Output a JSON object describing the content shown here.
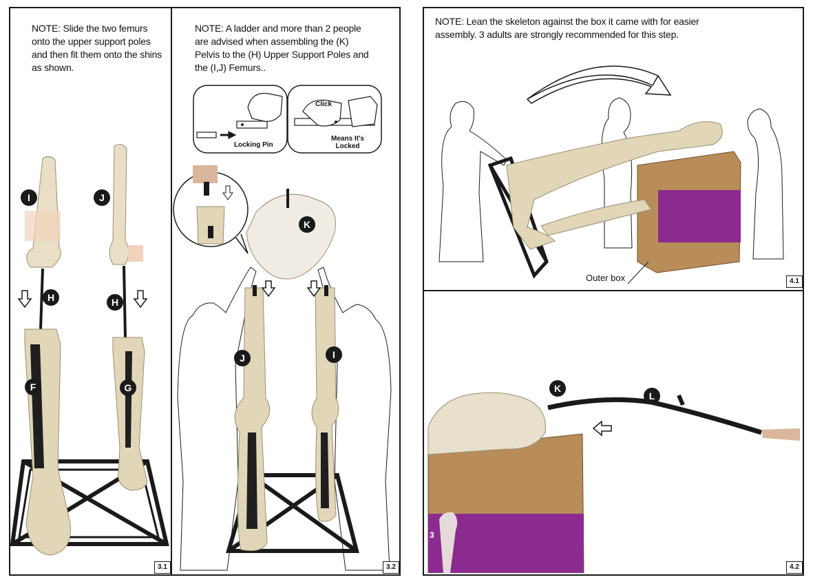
{
  "left_page": {
    "panel_3_1": {
      "note": "NOTE: Slide the two femurs onto the upper support poles and then fit them onto the shins as shown.",
      "labels": {
        "femur_left": "I",
        "femur_right": "J",
        "pole_left": "H",
        "pole_right": "H",
        "shin_left": "F",
        "shin_right": "G"
      },
      "step": "3.1"
    },
    "panel_3_2": {
      "note": "NOTE: A ladder and more than 2 people are advised when assembling the (K) Pelvis to the (H) Upper Support Poles and the (I,J) Femurs..",
      "inset": {
        "click": "Click",
        "locking_pin": "Locking Pin",
        "means_locked": "Means It's Locked"
      },
      "labels": {
        "pelvis": "K",
        "femur_left": "J",
        "femur_right": "I"
      },
      "step": "3.2"
    }
  },
  "right_page": {
    "panel_4_1": {
      "note": "NOTE: Lean the skeleton against the box it came with for easier assembly. 3 adults are strongly recommended for this step.",
      "callout": "Outer box",
      "step": "4.1"
    },
    "panel_4_2": {
      "labels": {
        "pelvis": "K",
        "pole": "L"
      },
      "box_text": "3",
      "step": "4.2"
    }
  },
  "colors": {
    "ink": "#1a1a1a",
    "bone": "#e9dfc6",
    "bone_shadow": "#b8ab8c",
    "box": "#b98d5a",
    "box_purple": "#8b2a8f"
  }
}
